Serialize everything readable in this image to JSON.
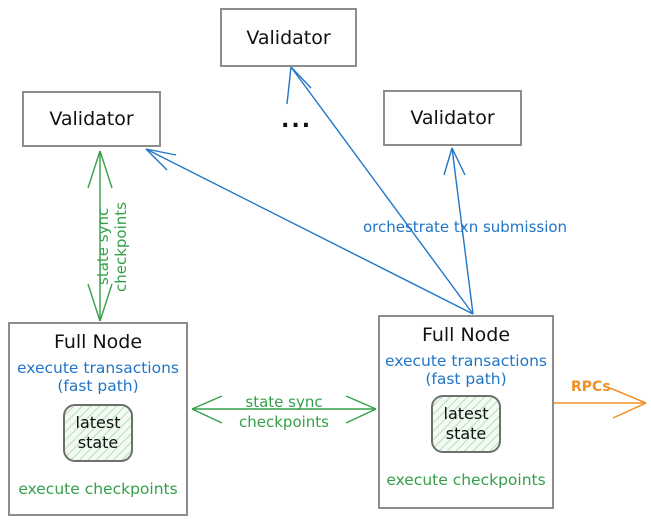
{
  "diagram": {
    "title": "Sui Full Node and Validator network diagram",
    "colors": {
      "blue": "#2176c7",
      "green": "#34a04a",
      "orange": "#ef9122",
      "box_border": "#8c8c8c",
      "text": "#111111",
      "state_fill": "#f2faf2"
    }
  },
  "validators": [
    {
      "id": "validator-top",
      "label": "Validator"
    },
    {
      "id": "validator-left",
      "label": "Validator"
    },
    {
      "id": "validator-right",
      "label": "Validator"
    }
  ],
  "ellipsis": "...",
  "full_nodes": [
    {
      "id": "full-node-left",
      "title": "Full Node",
      "blue_line_1": "execute transactions",
      "blue_line_2": "(fast path)",
      "state_line_1": "latest",
      "state_line_2": "state",
      "green_label": "execute checkpoints"
    },
    {
      "id": "full-node-right",
      "title": "Full Node",
      "blue_line_1": "execute transactions",
      "blue_line_2": "(fast path)",
      "state_line_1": "latest",
      "state_line_2": "state",
      "green_label": "execute checkpoints"
    }
  ],
  "edges": {
    "vertical_state_sync": {
      "line_1": "state sync",
      "line_2": "checkpoints",
      "color": "#34a04a"
    },
    "horizontal_state_sync": {
      "line_1": "state sync",
      "line_2": "checkpoints",
      "color": "#34a04a"
    },
    "orchestrate": {
      "label": "orchestrate txn submission",
      "color": "#2176c7"
    },
    "rpcs": {
      "label": "RPCs",
      "color": "#ef9122"
    }
  }
}
